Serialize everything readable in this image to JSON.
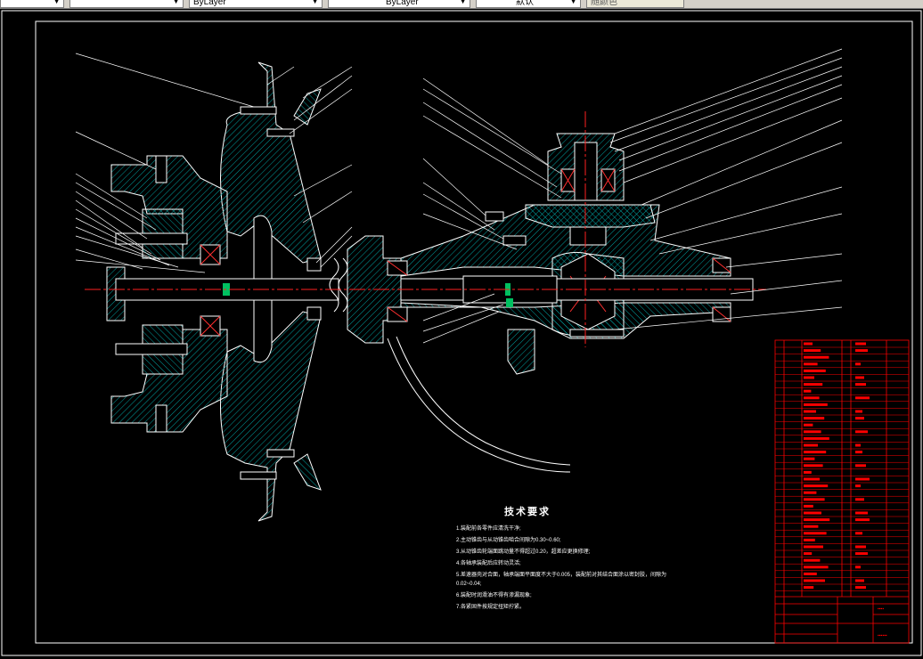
{
  "toolbar": {
    "layer_combo": "ByLayer",
    "linetype_combo": "ByLayer",
    "lineweight_combo": "默认",
    "plotstyle_combo": "随颜色"
  },
  "drawing": {
    "notes_title": "技术要求",
    "notes": [
      "1.装配前各零件应清洗干净;",
      "2.主动锥齿与从动锥齿啮合间隙为0.30~0.60;",
      "3.从动锥齿轮端面跳动量不得超过0.20，超差应更换修理;",
      "4.各轴承装配后应转动灵活;",
      "5.差速器壳对合面，轴承端面平面度不大于0.005，装配前对其结合面涂以密封胶，间隙为",
      "0.02~0.04;",
      "6.装配时润滑油不得有渗漏现象;",
      "7.各紧固件按规定扭矩拧紧。"
    ],
    "colors": {
      "background": "#000000",
      "frame": "#ffffff",
      "hatch": "#00a0a0",
      "outline": "#ffffff",
      "centerline": "#ff2020",
      "title_block": "#ff0000"
    }
  }
}
